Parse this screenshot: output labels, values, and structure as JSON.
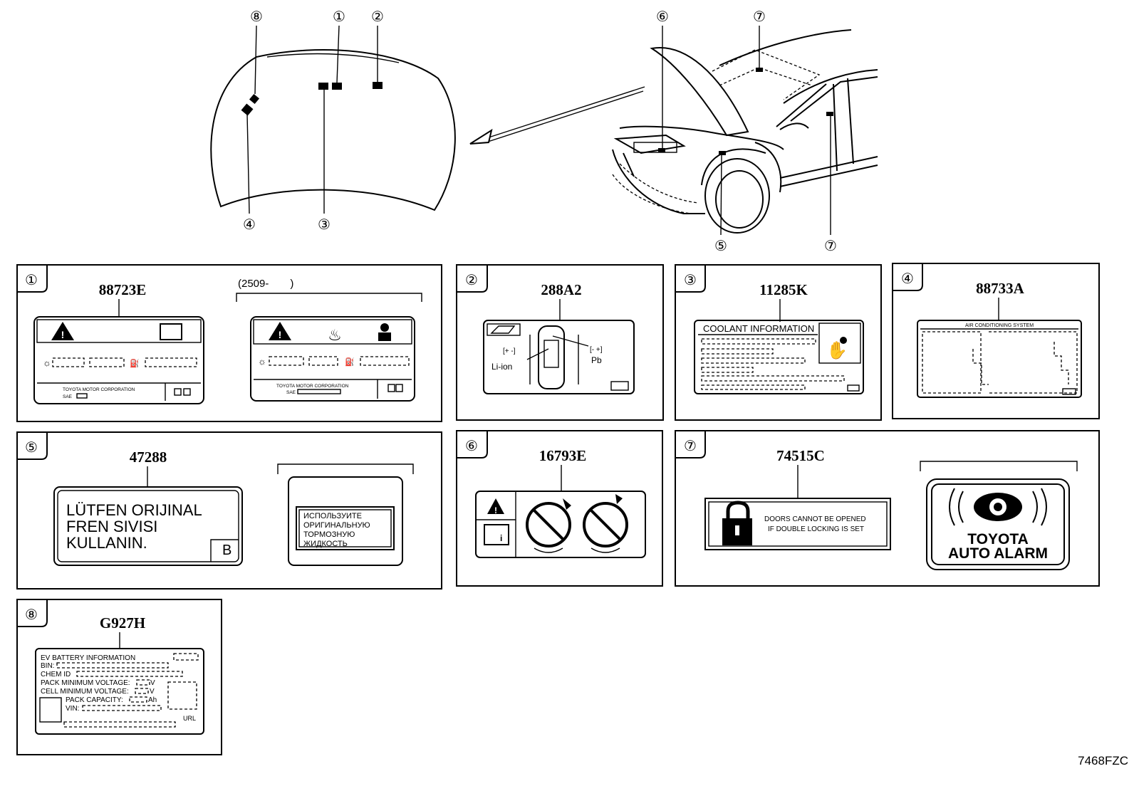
{
  "callouts": {
    "hood_8": "⑧",
    "hood_1": "①",
    "hood_2": "②",
    "hood_3": "③",
    "hood_4": "④",
    "car_6": "⑥",
    "car_7_top": "⑦",
    "car_5": "⑤",
    "car_7_bottom": "⑦"
  },
  "panels": {
    "p1": {
      "num": "①",
      "part": "88723E",
      "date_range": "(2509-　　)",
      "corp_text": "TOYOTA MOTOR CORPORATION",
      "corp_text2": "TOYOTA MOTOR CORPORATION",
      "sae": "SAE",
      "sae2": "SAE"
    },
    "p2": {
      "num": "②",
      "part": "288A2",
      "liion": "Li-ion",
      "pb": "Pb"
    },
    "p3": {
      "num": "③",
      "part": "11285K",
      "heading": "COOLANT INFORMATION"
    },
    "p4": {
      "num": "④",
      "part": "88733A",
      "heading": "AIR CONDITIONING SYSTEM"
    },
    "p5": {
      "num": "⑤",
      "part": "47288",
      "tr_line1": "LÜTFEN ORIJINAL",
      "tr_line2": "FREN SIVISI",
      "tr_line3": "KULLANIN.",
      "tr_letter": "B",
      "ru_line1": "ИСПОЛЬЗУИТЕ",
      "ru_line2": "ОРИГИНАЛЬНУЮ",
      "ru_line3": "ТОРМОЗНУЮ",
      "ru_line4": "ЖИДКОСТЬ"
    },
    "p6": {
      "num": "⑥",
      "part": "16793E"
    },
    "p7": {
      "num": "⑦",
      "part": "74515C",
      "door_line1": "DOORS CANNOT BE OPENED",
      "door_line2": "IF DOUBLE LOCKING IS SET",
      "alarm_line1": "TOYOTA",
      "alarm_line2": "AUTO ALARM"
    },
    "p8": {
      "num": "⑧",
      "part": "G927H",
      "l1": "EV BATTERY INFORMATION",
      "l2": "BIN:",
      "l3": "CHEM ID",
      "l4": "PACK MINIMUM VOLTAGE:",
      "l4u": "V",
      "l5": "CELL MINIMUM VOLTAGE:",
      "l5u": "V",
      "l6": "PACK CAPACITY:",
      "l6u": "Ah",
      "l7": "VIN:",
      "url": "URL"
    }
  },
  "drawing_code": "7468FZC"
}
